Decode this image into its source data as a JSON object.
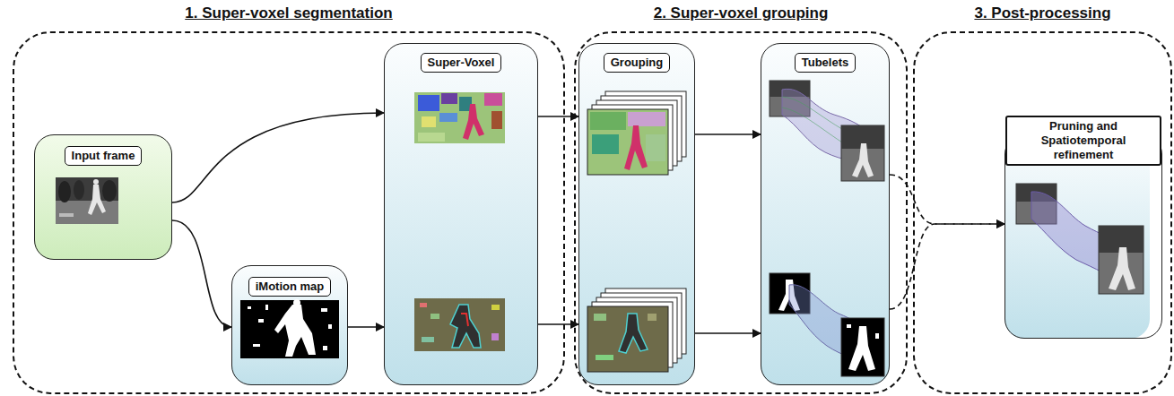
{
  "diagram": {
    "nodes": [
      {
        "text": [
          "1. Super-voxel segmentation"
        ]
      },
      {
        "text": [
          "Input frame"
        ],
        "in": 0
      },
      {
        "text": [
          "iMotion map"
        ],
        "in": 0
      },
      {
        "text": [
          "Super-Voxel"
        ],
        "in": 0
      },
      {
        "text": [
          "2. Super-voxel grouping"
        ]
      },
      {
        "text": [
          "Grouping"
        ],
        "in": 4
      },
      {
        "text": [
          "Tubelets"
        ],
        "in": 4
      },
      {
        "text": [
          "3. Post-processing"
        ]
      },
      {
        "text": [
          "Pruning and Spatiotemporal refinement"
        ],
        "in": 7
      }
    ],
    "edges": [
      {
        "from": 1,
        "to": 3,
        "arrow": "to"
      },
      {
        "from": 1,
        "to": 2,
        "arrow": "to"
      },
      {
        "from": 2,
        "to": 3,
        "arrow": "to"
      },
      {
        "from": 3,
        "to": 5,
        "arrow": "to"
      },
      {
        "from": 3,
        "to": 5,
        "arrow": "to"
      },
      {
        "from": 5,
        "to": 6,
        "arrow": "to"
      },
      {
        "from": 5,
        "to": 6,
        "arrow": "to"
      },
      {
        "from": 6,
        "to": 8,
        "arrow": "to"
      },
      {
        "from": 6,
        "to": 8,
        "arrow": "to"
      }
    ]
  }
}
